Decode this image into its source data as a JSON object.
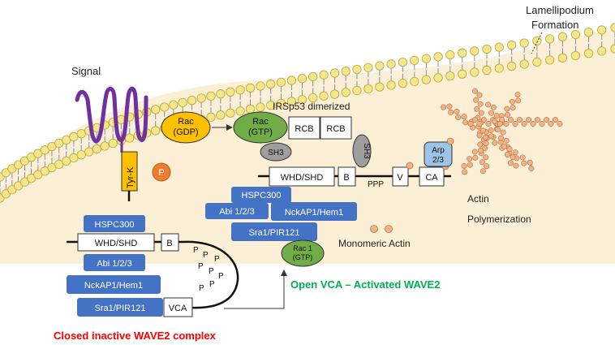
{
  "labels": {
    "lamellipodium": [
      "Lamellipodium",
      "Formation"
    ],
    "signal": "Signal",
    "irsp53": "IRSp53 dimerized",
    "rac_gdp": [
      "Rac",
      "(GDP)"
    ],
    "rac_gtp": [
      "Rac",
      "(GTP)"
    ],
    "rcb": "RCB",
    "sh3": "SH3",
    "tyr_k": "Tyr-K",
    "p": "P",
    "arp": [
      "Arp",
      "2/3"
    ],
    "whd_shd": "WHD/SHD",
    "b": "B",
    "v": "V",
    "ca": "CA",
    "ppp": "PPP",
    "vca": "VCA",
    "hspc300": "HSPC300",
    "abi": "Abi 1/2/3",
    "nckap1": "NckAP1/Hem1",
    "sra1": "Sra1/PIR121",
    "rac1": [
      "Rac 1",
      "(GTP)"
    ],
    "monomeric_actin": "Monomeric Actin",
    "actin_polymerization": [
      "Actin",
      "Polymerization"
    ],
    "open_vca": "Open VCA – Activated WAVE2",
    "closed": "Closed inactive WAVE2 complex"
  },
  "colors": {
    "cell_fill": "#fbefd6",
    "lipid_head": "#f6e68a",
    "lipid_stroke": "#b8a63a",
    "tail": "#7f8fb0",
    "blue_box": "#4472c4",
    "green": "#70ad47",
    "yellow": "#ffc000",
    "purple": "#7030a0",
    "orange": "#ed7d31",
    "arp_blue": "#9dc3e6",
    "actin_bead": "#f4b183",
    "green_text": "#00b050",
    "red_text": "#ff0000"
  }
}
